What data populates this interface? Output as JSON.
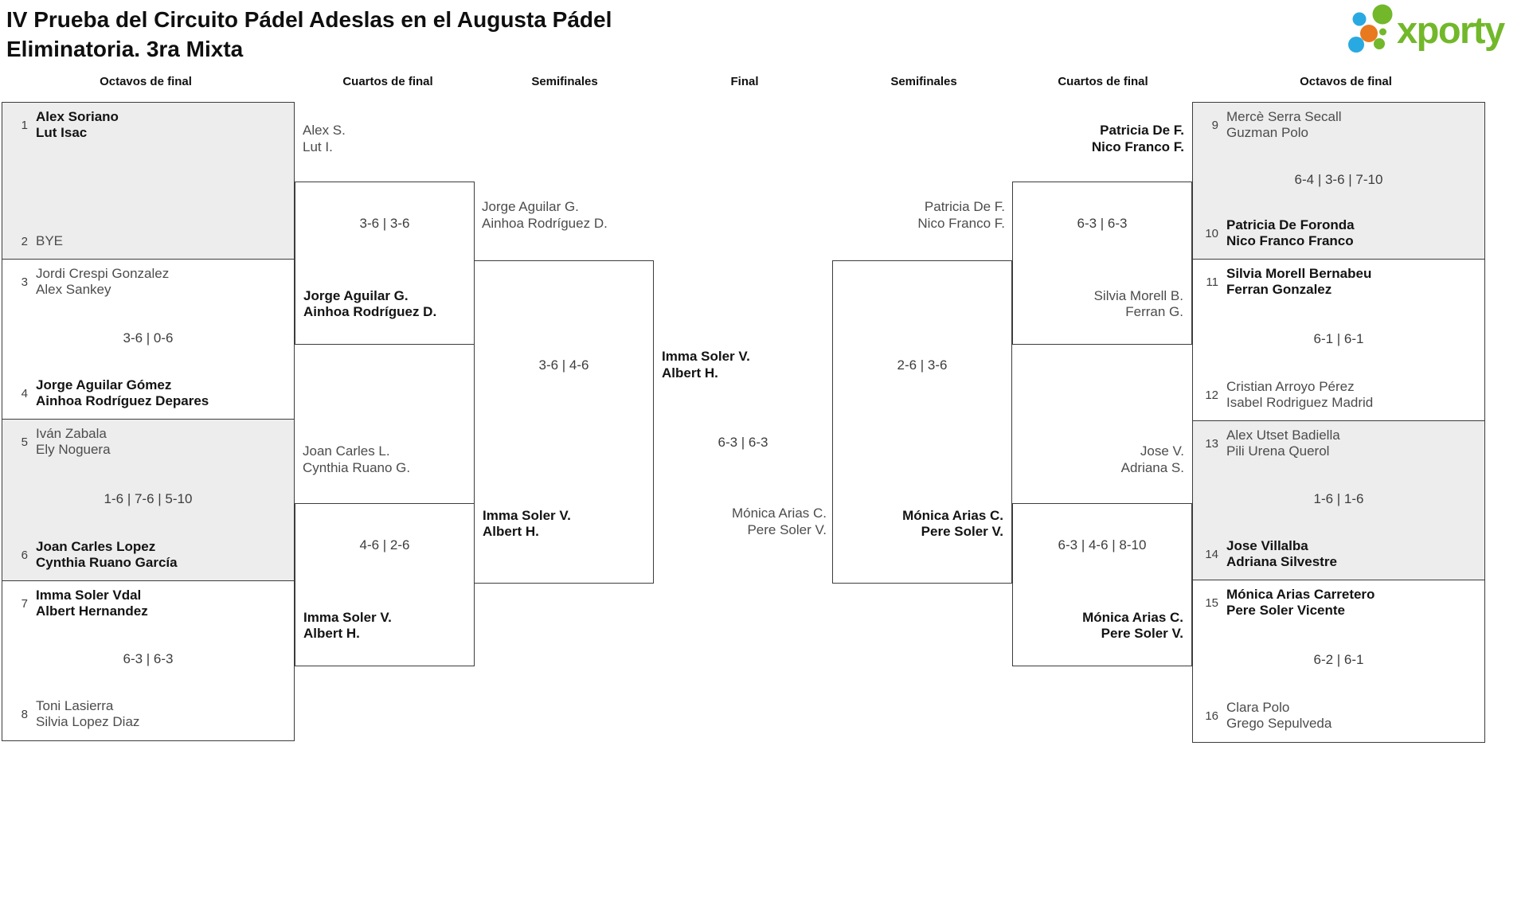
{
  "title": {
    "line1": "IV Prueba del Circuito Pádel Adeslas en el Augusta Pádel",
    "line2": "Eliminatoria. 3ra Mixta"
  },
  "logo": {
    "text": "xporty",
    "green": "#72b82a",
    "blue": "#29a9e1",
    "orange": "#e8791e"
  },
  "headers": [
    "Octavos de final",
    "Cuartos de final",
    "Semifinales",
    "Final",
    "Semifinales",
    "Cuartos de final",
    "Octavos de final"
  ],
  "octavos_left": [
    {
      "seed_a": "1",
      "team_a": [
        "Alex Soriano",
        "Lut Isac"
      ],
      "score": "",
      "seed_b": "2",
      "team_b": [
        "BYE",
        ""
      ]
    },
    {
      "seed_a": "3",
      "team_a": [
        "Jordi Crespi Gonzalez",
        "Alex Sankey"
      ],
      "score": "3-6 | 0-6",
      "seed_b": "4",
      "team_b": [
        "Jorge Aguilar Gómez",
        "Ainhoa Rodríguez Depares"
      ]
    },
    {
      "seed_a": "5",
      "team_a": [
        "Iván Zabala",
        "Ely Noguera"
      ],
      "score": "1-6 | 7-6 | 5-10",
      "seed_b": "6",
      "team_b": [
        "Joan Carles Lopez",
        "Cynthia Ruano García"
      ]
    },
    {
      "seed_a": "7",
      "team_a": [
        "Imma Soler Vdal",
        "Albert Hernandez"
      ],
      "score": "6-3 | 6-3",
      "seed_b": "8",
      "team_b": [
        "Toni Lasierra",
        "Silvia Lopez Diaz"
      ]
    }
  ],
  "octavos_right": [
    {
      "seed_a": "9",
      "team_a": [
        "Mercè Serra Secall",
        "Guzman Polo"
      ],
      "score": "6-4 | 3-6 | 7-10",
      "seed_b": "10",
      "team_b": [
        "Patricia De Foronda",
        "Nico Franco Franco"
      ]
    },
    {
      "seed_a": "11",
      "team_a": [
        "Silvia Morell Bernabeu",
        "Ferran Gonzalez"
      ],
      "score": "6-1 | 6-1",
      "seed_b": "12",
      "team_b": [
        "Cristian Arroyo Pérez",
        "Isabel Rodriguez Madrid"
      ]
    },
    {
      "seed_a": "13",
      "team_a": [
        "Alex Utset Badiella",
        "Pili Urena Querol"
      ],
      "score": "1-6 | 1-6",
      "seed_b": "14",
      "team_b": [
        "Jose Villalba",
        "Adriana Silvestre"
      ]
    },
    {
      "seed_a": "15",
      "team_a": [
        "Mónica Arias Carretero",
        "Pere Soler Vicente"
      ],
      "score": "6-2 | 6-1",
      "seed_b": "16",
      "team_b": [
        "Clara Polo",
        "Grego Sepulveda"
      ]
    }
  ],
  "cuartos_left": {
    "entrant_top": [
      "Alex S.",
      "Lut I."
    ],
    "match_top": {
      "score": "3-6 | 3-6",
      "winner": [
        "Jorge Aguilar G.",
        "Ainhoa Rodríguez D."
      ]
    },
    "entrant_bottom": [
      "Joan Carles L.",
      "Cynthia Ruano G."
    ],
    "match_bottom": {
      "score": "4-6 | 2-6",
      "winner": [
        "Imma Soler V.",
        "Albert H."
      ]
    }
  },
  "cuartos_right": {
    "entrant_top": [
      "Patricia De F.",
      "Nico Franco F."
    ],
    "match_top": {
      "score": "6-3 | 6-3",
      "loser": [
        "Silvia Morell B.",
        "Ferran G."
      ]
    },
    "entrant_bottom": [
      "Jose V.",
      "Adriana S."
    ],
    "match_bottom": {
      "score": "6-3 | 4-6 | 8-10",
      "winner": [
        "Mónica Arias C.",
        "Pere Soler V."
      ]
    }
  },
  "semis_left": {
    "entrant": [
      "Jorge Aguilar G.",
      "Ainhoa Rodríguez D."
    ],
    "score": "3-6 | 4-6",
    "winner": [
      "Imma Soler V.",
      "Albert H."
    ]
  },
  "semis_right": {
    "entrant": [
      "Patricia De F.",
      "Nico Franco F."
    ],
    "score": "2-6 | 3-6",
    "winner": [
      "Mónica Arias C.",
      "Pere Soler V."
    ]
  },
  "final": {
    "team_left": [
      "Imma Soler V.",
      "Albert H."
    ],
    "score": "6-3 | 6-3",
    "team_right": [
      "Mónica Arias C.",
      "Pere Soler V."
    ]
  }
}
